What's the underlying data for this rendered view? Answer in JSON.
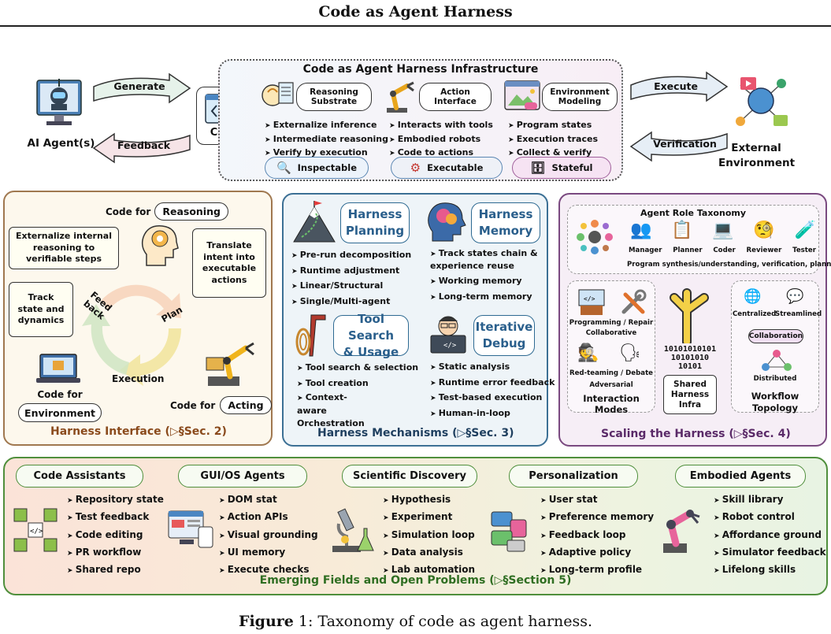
{
  "title": "Code as Agent Harness",
  "top": {
    "agent_label": "AI Agent(s)",
    "generate": "Generate",
    "feedback": "Feedback",
    "code_label": "Code",
    "infra_title": "Code as Agent Harness Infrastructure",
    "columns": [
      {
        "title": "Reasoning Substrate",
        "items": [
          "Externalize inference",
          "Intermediate reasoning",
          "Verify by execution"
        ],
        "tag": "Inspectable"
      },
      {
        "title": "Action Interface",
        "items": [
          "Interacts with tools",
          "Embodied robots",
          "Code to actions"
        ],
        "tag": "Executable"
      },
      {
        "title": "Environment Modeling",
        "items": [
          "Program states",
          "Execution traces",
          "Collect & verify"
        ],
        "tag": "Stateful"
      }
    ],
    "execute": "Execute",
    "verification": "Verification",
    "env_label": "External Environment"
  },
  "interface": {
    "code_for": "Code for",
    "reasoning": "Reasoning",
    "bubble_reasoning": "Externalize internal reasoning to verifiable steps",
    "bubble_acting": "Translate intent into executable actions",
    "bubble_env": "Track state and dynamics",
    "feedback": "Feed back",
    "plan": "Plan",
    "execution": "Execution",
    "code_for_environment": "Code for",
    "environment": "Environment",
    "code_for_acting": "Code for",
    "acting": "Acting",
    "footer": "Harness Interface (▷§Sec. 2)"
  },
  "mechanisms": {
    "planning": {
      "title": "Harness Planning",
      "items": [
        "Pre-run decomposition",
        "Runtime adjustment",
        "Linear/Structural",
        "Single/Multi-agent"
      ]
    },
    "memory": {
      "title": "Harness Memory",
      "items": [
        "Track states chain & experience reuse",
        "Working memory",
        "Long-term memory"
      ]
    },
    "tools": {
      "title": "Tool Search & Usage",
      "items": [
        "Tool search & selection",
        "Tool creation",
        "Context-aware Orchestration"
      ]
    },
    "debug": {
      "title": "Iterative Debug",
      "items": [
        "Static analysis",
        "Runtime error feedback",
        "Test-based execution",
        "Human-in-loop"
      ]
    },
    "footer": "Harness Mechanisms (▷§Sec. 3)"
  },
  "scaling": {
    "taxonomy_title": "Agent Role Taxonomy",
    "roles": [
      "Manager",
      "Planner",
      "Coder",
      "Reviewer",
      "Tester"
    ],
    "taxonomy_caption": "Program synthesis/understanding, verification, planning …",
    "interaction": {
      "programming": "Programming / Repair",
      "collaborative": "Collaborative",
      "redteam": "Red-teaming / Debate",
      "adversarial": "Adversarial",
      "title": "Interaction Modes"
    },
    "binary": [
      "10101010101",
      "10101010",
      "10101"
    ],
    "shared": "Shared Harness Infra",
    "topology": {
      "centralized": "Centralized",
      "streamlined": "Streamlined",
      "collaboration": "Collaboration",
      "distributed": "Distributed",
      "title": "Workflow Topology"
    },
    "footer": "Scaling the Harness (▷§Sec. 4)"
  },
  "fields": [
    {
      "title": "Code Assistants",
      "items": [
        "Repository state",
        "Test feedback",
        "Code editing",
        "PR workflow",
        "Shared repo"
      ]
    },
    {
      "title": "GUI/OS Agents",
      "items": [
        "DOM stat",
        "Action APIs",
        "Visual grounding",
        "UI memory",
        "Execute checks"
      ]
    },
    {
      "title": "Scientific Discovery",
      "items": [
        "Hypothesis",
        "Experiment",
        "Simulation loop",
        "Data analysis",
        "Lab automation"
      ]
    },
    {
      "title": "Personalization",
      "items": [
        "User stat",
        "Preference memory",
        "Feedback loop",
        "Adaptive policy",
        "Long-term profile"
      ]
    },
    {
      "title": "Embodied Agents",
      "items": [
        "Skill library",
        "Robot control",
        "Affordance ground",
        "Simulator feedback",
        "Lifelong skills"
      ]
    }
  ],
  "fields_footer": "Emerging Fields and Open Problems (▷§Section 5)",
  "caption": {
    "label": "Figure",
    "text": " 1: Taxonomy of code as agent harness."
  },
  "colors": {
    "interface": "#8a4a1c",
    "mechanisms": "#1f3f5f",
    "scaling": "#5a2a68",
    "fields": "#2f6e22"
  }
}
